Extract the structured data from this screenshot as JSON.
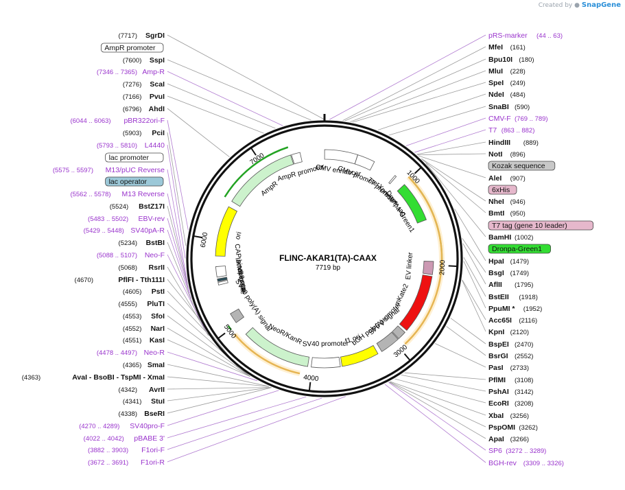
{
  "credit": {
    "prefix": "Created by",
    "product": "SnapGene"
  },
  "plasmid": {
    "name": "FLINC-AKAR1(TA)-CAAX",
    "length": "7719 bp",
    "total_bp": 7719
  },
  "ticks": [
    "1000",
    "2000",
    "3000",
    "4000",
    "5000",
    "6000",
    "7000"
  ],
  "features": [
    {
      "name": "CMV enhancer",
      "start": 1,
      "end": 380,
      "color": "#ffffff",
      "kind": "open-arrow"
    },
    {
      "name": "CMV promoter",
      "start": 381,
      "end": 584,
      "color": "#ffffff",
      "kind": "open-arrow"
    },
    {
      "name": "T7 promoter",
      "start": 863,
      "end": 882,
      "color": "#ffffff",
      "kind": "open-arrow"
    },
    {
      "name": "Xpress™ tag",
      "start": 1040,
      "end": 1064,
      "color": "#ffffff",
      "kind": "box"
    },
    {
      "name": "Dronpa-Green1",
      "start": 1010,
      "end": 1480,
      "color": "#33dd33",
      "kind": "solid-arrow"
    },
    {
      "name": "EV linker",
      "start": 1960,
      "end": 2110,
      "color": "#cc99b3",
      "kind": "solid-arrow"
    },
    {
      "name": "mKate2",
      "start": 2130,
      "end": 2810,
      "color": "#ee1111",
      "kind": "solid-arrow"
    },
    {
      "name": "SP6 promoter",
      "start": 2840,
      "end": 2940,
      "color": "#b4b4b4",
      "kind": "box"
    },
    {
      "name": "bGH poly(A) signal",
      "start": 2950,
      "end": 3180,
      "color": "#b4b4b4",
      "kind": "box"
    },
    {
      "name": "f1 ori",
      "start": 3230,
      "end": 3660,
      "color": "#ffff00",
      "kind": "solid-arrow"
    },
    {
      "name": "SV40 promoter",
      "start": 3680,
      "end": 4010,
      "color": "#ffffff",
      "kind": "open-arrow"
    },
    {
      "name": "NeoR/KanR",
      "start": 4050,
      "end": 4850,
      "color": "#ccf2cc",
      "kind": "solid-arrow"
    },
    {
      "name": "SV40 poly(A) signal",
      "start": 5020,
      "end": 5140,
      "color": "#b4b4b4",
      "kind": "box"
    },
    {
      "name": "M13 rev",
      "start": 5490,
      "end": 5520,
      "color": "#ffffff",
      "kind": "box"
    },
    {
      "name": "lac operator",
      "start": 5530,
      "end": 5560,
      "color": "#2b4f5a",
      "kind": "box"
    },
    {
      "name": "CAP binding site",
      "start": 5580,
      "end": 5700,
      "color": "#ffffff",
      "kind": "box"
    },
    {
      "name": "ori",
      "start": 5820,
      "end": 6400,
      "color": "#ffff00",
      "kind": "solid-arrow"
    },
    {
      "name": "AmpR",
      "start": 6470,
      "end": 7330,
      "color": "#ccf2cc",
      "kind": "solid-arrow"
    },
    {
      "name": "AmpR promoter",
      "start": 7340,
      "end": 7440,
      "color": "#ffffff",
      "kind": "open-arrow"
    }
  ],
  "inner_arcs": [
    {
      "start": 1010,
      "end": 1480,
      "color": "#23a323"
    },
    {
      "start": 1500,
      "end": 2100,
      "color": "#23a323"
    },
    {
      "start": 980,
      "end": 2930,
      "color": "#cc8800"
    },
    {
      "start": 4120,
      "end": 4930,
      "color": "#cc8800"
    },
    {
      "start": 4990,
      "end": 5040,
      "color": "#23a323"
    },
    {
      "start": 6470,
      "end": 7330,
      "color": "#23a323"
    }
  ],
  "labels_left": [
    {
      "text": "SgrDI",
      "pos": "(7717)",
      "style": "site"
    },
    {
      "text": "AmpR promoter",
      "style": "box-white"
    },
    {
      "text": "SspI",
      "pos": "(7600)",
      "style": "site"
    },
    {
      "text": "Amp-R",
      "pos": "(7346 .. 7365)",
      "style": "primer"
    },
    {
      "text": "ScaI",
      "pos": "(7276)",
      "style": "site"
    },
    {
      "text": "PvuI",
      "pos": "(7166)",
      "style": "site"
    },
    {
      "text": "AhdI",
      "pos": "(6796)",
      "style": "site"
    },
    {
      "text": "pBR322ori-F",
      "pos": "(6044 .. 6063)",
      "style": "primer"
    },
    {
      "text": "PciI",
      "pos": "(5903)",
      "style": "site"
    },
    {
      "text": "L4440",
      "pos": "(5793 .. 5810)",
      "style": "primer"
    },
    {
      "text": "lac promoter",
      "style": "box-white"
    },
    {
      "text": "M13/pUC Reverse",
      "pos": "(5575 .. 5597)",
      "style": "primer"
    },
    {
      "text": "lac operator",
      "style": "box-teal"
    },
    {
      "text": "M13 Reverse",
      "pos": "(5562 .. 5578)",
      "style": "primer"
    },
    {
      "text": "BstZ17I",
      "pos": "(5524)",
      "style": "site"
    },
    {
      "text": "EBV-rev",
      "pos": "(5483 .. 5502)",
      "style": "primer"
    },
    {
      "text": "SV40pA-R",
      "pos": "(5429 .. 5448)",
      "style": "primer"
    },
    {
      "text": "BstBI",
      "pos": "(5234)",
      "style": "site"
    },
    {
      "text": "Neo-F",
      "pos": "(5088 .. 5107)",
      "style": "primer"
    },
    {
      "text": "RsrII",
      "pos": "(5068)",
      "style": "site"
    },
    {
      "text": "PflFI - Tth111I",
      "pos": "(4670)",
      "style": "site"
    },
    {
      "text": "PstI",
      "pos": "(4605)",
      "style": "site"
    },
    {
      "text": "PluTI",
      "pos": "(4555)",
      "style": "site"
    },
    {
      "text": "SfoI",
      "pos": "(4553)",
      "style": "site"
    },
    {
      "text": "NarI",
      "pos": "(4552)",
      "style": "site"
    },
    {
      "text": "KasI",
      "pos": "(4551)",
      "style": "site"
    },
    {
      "text": "Neo-R",
      "pos": "(4478 .. 4497)",
      "style": "primer"
    },
    {
      "text": "SmaI",
      "pos": "(4365)",
      "style": "site"
    },
    {
      "text": "AvaI - BsoBI - TspMI - XmaI",
      "pos": "(4363)",
      "style": "site"
    },
    {
      "text": "AvrII",
      "pos": "(4342)",
      "style": "site"
    },
    {
      "text": "StuI",
      "pos": "(4341)",
      "style": "site"
    },
    {
      "text": "BseRI",
      "pos": "(4338)",
      "style": "site"
    },
    {
      "text": "SV40pro-F",
      "pos": "(4270 .. 4289)",
      "style": "primer"
    },
    {
      "text": "pBABE 3'",
      "pos": "(4022 .. 4042)",
      "style": "primer"
    },
    {
      "text": "F1ori-F",
      "pos": "(3882 .. 3903)",
      "style": "primer"
    },
    {
      "text": "F1ori-R",
      "pos": "(3672 .. 3691)",
      "style": "primer"
    }
  ],
  "labels_right": [
    {
      "text": "pRS-marker",
      "pos": "(44 .. 63)",
      "style": "primer"
    },
    {
      "text": "MfeI",
      "pos": "(161)",
      "style": "site"
    },
    {
      "text": "Bpu10I",
      "pos": "(180)",
      "style": "site"
    },
    {
      "text": "MluI",
      "pos": "(228)",
      "style": "site"
    },
    {
      "text": "SpeI",
      "pos": "(249)",
      "style": "site"
    },
    {
      "text": "NdeI",
      "pos": "(484)",
      "style": "site"
    },
    {
      "text": "SnaBI",
      "pos": "(590)",
      "style": "site"
    },
    {
      "text": "CMV-F",
      "pos": "(769 .. 789)",
      "style": "primer"
    },
    {
      "text": "T7",
      "pos": "(863 .. 882)",
      "style": "primer"
    },
    {
      "text": "HindIII",
      "pos": "(889)",
      "style": "site"
    },
    {
      "text": "NotI",
      "pos": "(896)",
      "style": "site"
    },
    {
      "text": "Kozak sequence",
      "style": "box-grey"
    },
    {
      "text": "AleI",
      "pos": "(907)",
      "style": "site"
    },
    {
      "text": "6xHis",
      "style": "box-pink"
    },
    {
      "text": "NheI",
      "pos": "(946)",
      "style": "site"
    },
    {
      "text": "BmtI",
      "pos": "(950)",
      "style": "site"
    },
    {
      "text": "T7 tag (gene 10 leader)",
      "style": "box-pink"
    },
    {
      "text": "BamHI",
      "pos": "(1002)",
      "style": "site"
    },
    {
      "text": "Dronpa-Green1",
      "style": "box-green"
    },
    {
      "text": "HpaI",
      "pos": "(1479)",
      "style": "site"
    },
    {
      "text": "BsgI",
      "pos": "(1749)",
      "style": "site"
    },
    {
      "text": "AflII",
      "pos": "(1795)",
      "style": "site"
    },
    {
      "text": "BstEII",
      "pos": "(1918)",
      "style": "site"
    },
    {
      "text": "PpuMI *",
      "pos": "(1952)",
      "style": "site"
    },
    {
      "text": "Acc65I",
      "pos": "(2116)",
      "style": "site"
    },
    {
      "text": "KpnI",
      "pos": "(2120)",
      "style": "site"
    },
    {
      "text": "BspEI",
      "pos": "(2470)",
      "style": "site"
    },
    {
      "text": "BsrGI",
      "pos": "(2552)",
      "style": "site"
    },
    {
      "text": "PasI",
      "pos": "(2733)",
      "style": "site"
    },
    {
      "text": "PflMI",
      "pos": "(3108)",
      "style": "site"
    },
    {
      "text": "PshAI",
      "pos": "(3142)",
      "style": "site"
    },
    {
      "text": "EcoRI",
      "pos": "(3208)",
      "style": "site"
    },
    {
      "text": "XbaI",
      "pos": "(3256)",
      "style": "site"
    },
    {
      "text": "PspOMI",
      "pos": "(3262)",
      "style": "site"
    },
    {
      "text": "ApaI",
      "pos": "(3266)",
      "style": "site"
    },
    {
      "text": "SP6",
      "pos": "(3272 .. 3289)",
      "style": "primer"
    },
    {
      "text": "BGH-rev",
      "pos": "(3309 .. 3326)",
      "style": "primer"
    }
  ]
}
